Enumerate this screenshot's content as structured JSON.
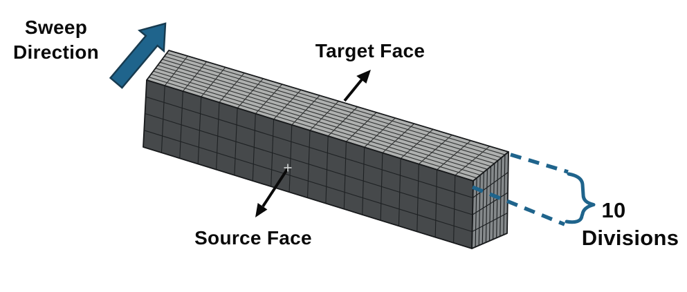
{
  "labels": {
    "sweep_direction": "Sweep Direction",
    "target_face": "Target Face",
    "source_face": "Source Face",
    "divisions_count": "10",
    "divisions_word": "Divisions"
  },
  "mesh": {
    "sweep_divisions": 10,
    "length_divisions": 18,
    "cross_section_divisions": 4
  },
  "colors": {
    "annotation_teal": "#1F648C",
    "annotation_teal_dark": "#173B50",
    "annotation_black": "#0a0a0a",
    "source_point_marker": "#d6d9d9",
    "top_face": "#AEB0AF",
    "top_face_lines": "#2E3030",
    "front_face": "#46494B",
    "front_face_lines": "#1E2123",
    "end_face": "#85898B",
    "end_face_lines": "#191C1E",
    "edge": "#17191b",
    "background": "#ffffff"
  }
}
